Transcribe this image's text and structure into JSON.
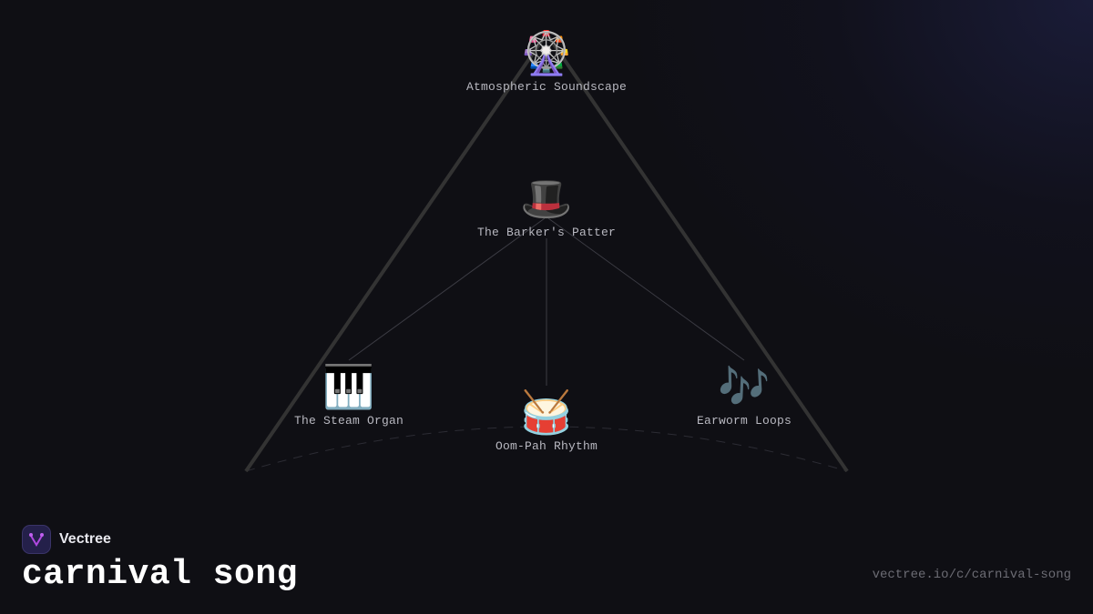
{
  "diagram": {
    "root": {
      "label": "Atmospheric Soundscape",
      "icon": "ferris-wheel",
      "glyph": "🎡"
    },
    "hub": {
      "label": "The Barker's Patter",
      "icon": "top-hat",
      "glyph": "🎩"
    },
    "leaves": [
      {
        "label": "The Steam Organ",
        "icon": "piano-keys",
        "glyph": "🎹"
      },
      {
        "label": "Oom-Pah Rhythm",
        "icon": "drum",
        "glyph": "🥁"
      },
      {
        "label": "Earworm Loops",
        "icon": "music-notes",
        "glyph": "🎶"
      }
    ],
    "colors": {
      "background": "#0f0f14",
      "frame_line": "#333333",
      "connector_line": "#3c3c44",
      "label_text": "#b8b8c0"
    }
  },
  "brand": {
    "name": "Vectree",
    "logo_color": "#a040d0"
  },
  "page": {
    "title": "carnival song",
    "url": "vectree.io/c/carnival-song"
  }
}
